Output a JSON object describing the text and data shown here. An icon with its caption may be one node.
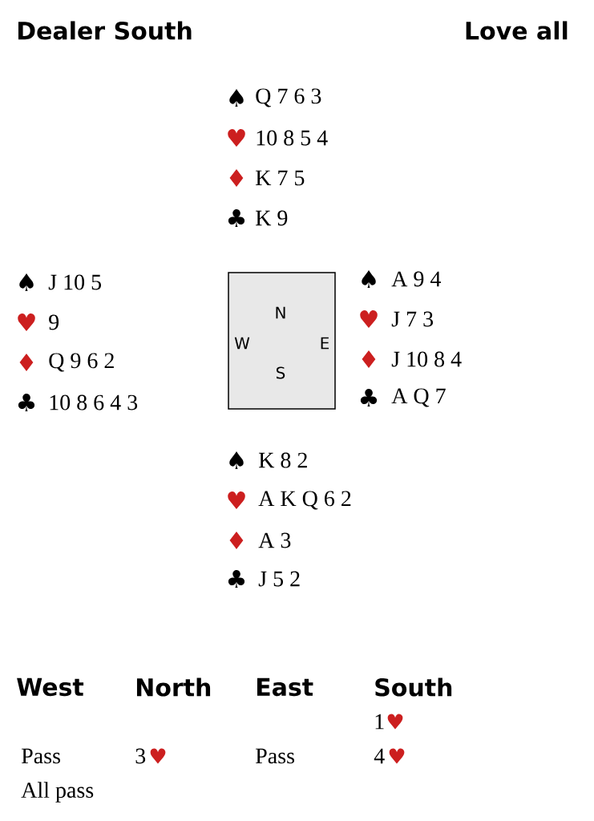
{
  "diagram": {
    "title": "Dealer South",
    "nodes": [
      {
        "text": [
          "N",
          "W",
          "E",
          "S"
        ]
      }
    ],
    "labels": [
      "Love all",
      "♠",
      "Q 7 6 3",
      "♥",
      "10 8 5 4",
      "♦",
      "K 7 5",
      "♣",
      "K 9",
      "♠",
      "J 10 5",
      "♥",
      "9",
      "♦",
      "Q 9 6 2",
      "♣",
      "10 8 6 4 3",
      "♠",
      "A 9 4",
      "♥",
      "J 7 3",
      "♦",
      "J 10 8 4",
      "♣",
      "A Q 7",
      "♠",
      "K 8 2",
      "♥",
      "A K Q 6 2",
      "♦",
      "A 3",
      "♣",
      "J 5 2",
      "West",
      "North",
      "East",
      "South",
      "1",
      "♥",
      "Pass",
      "3",
      "♥",
      "Pass",
      "4",
      "♥",
      "All pass"
    ]
  }
}
